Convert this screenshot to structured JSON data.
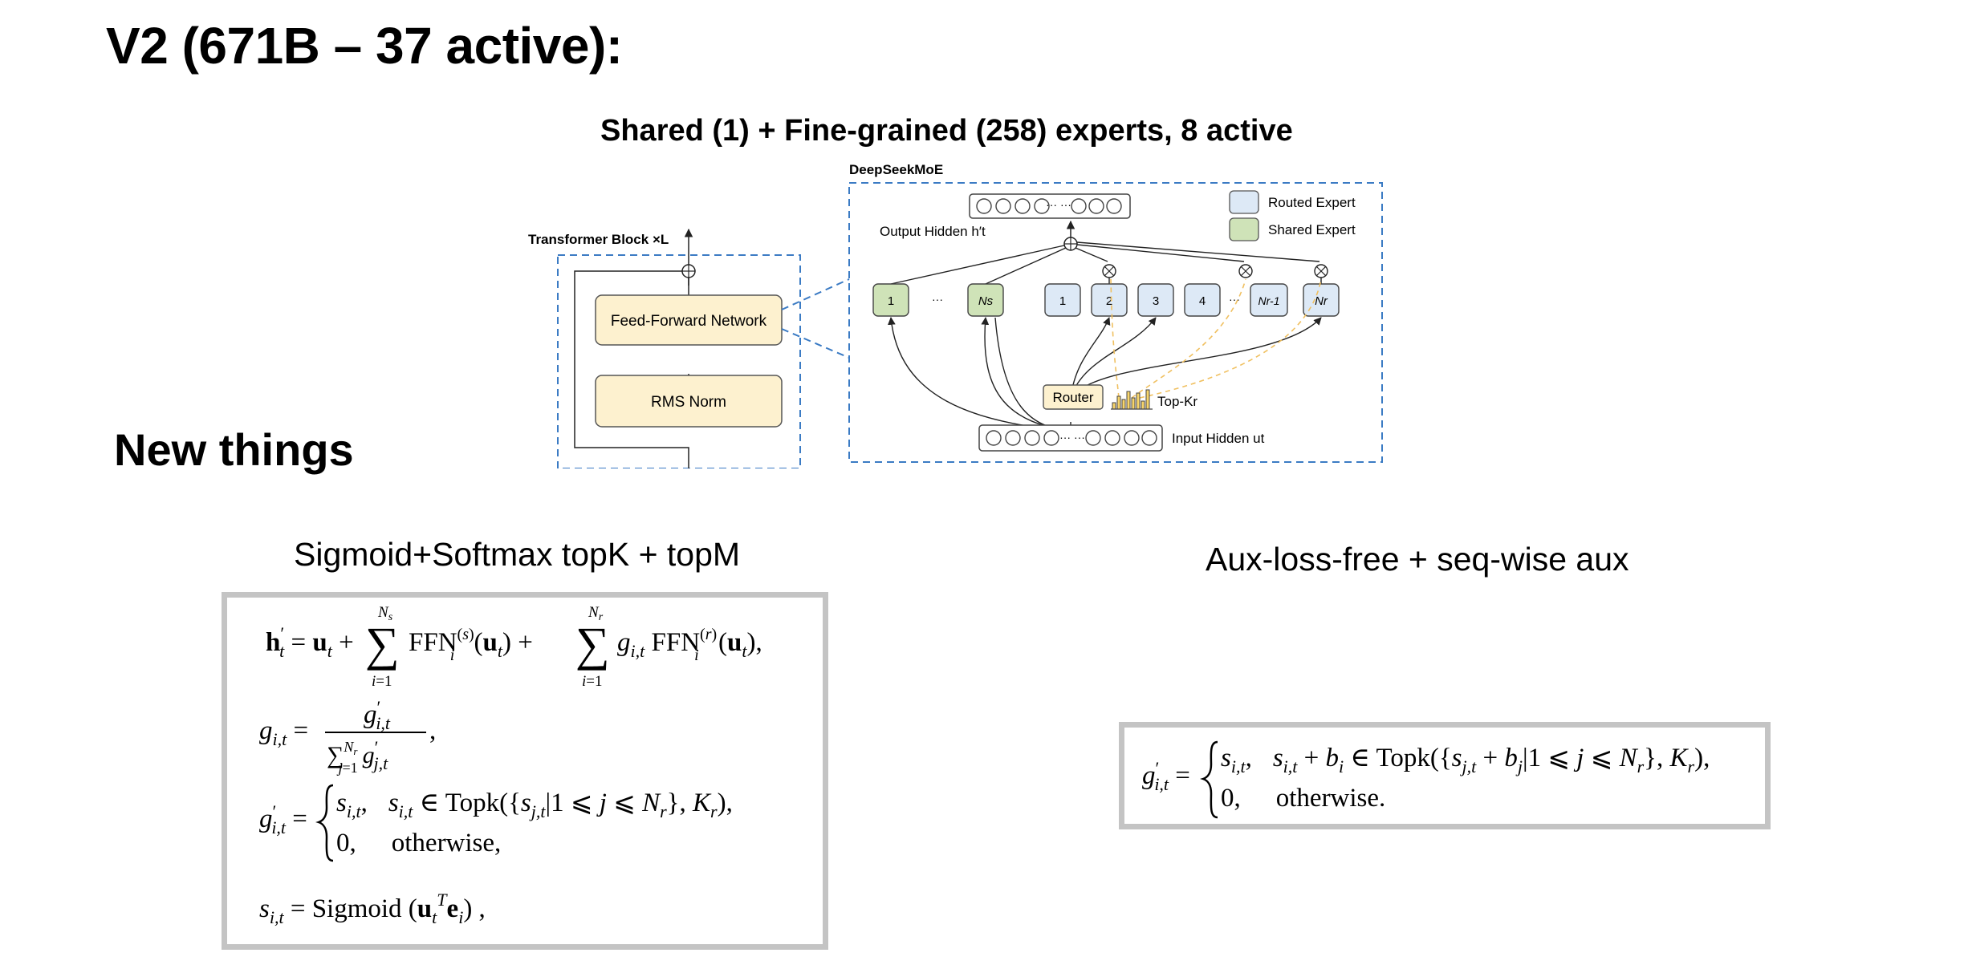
{
  "slide": {
    "title": "V2 (671B – 37 active):",
    "diagram_title": "Shared (1) + Fine-grained (258) experts, 8 active",
    "section_heading": "New things",
    "left_caption": "Sigmoid+Softmax topK + topM",
    "right_caption": "Aux-loss-free + seq-wise aux"
  },
  "diagram": {
    "transformer_block_label": "Transformer Block ×L",
    "ffn_label": "Feed-Forward Network",
    "norm_label": "RMS Norm",
    "moe_label": "DeepSeekMoE",
    "legend_routed": "Routed Expert",
    "legend_shared": "Shared Expert",
    "output_hidden_label": "Output Hidden h′t",
    "input_hidden_label": "Input Hidden ut",
    "router_label": "Router",
    "topk_label": "Top-Kr",
    "shared_experts": [
      "1",
      "···",
      "Ns"
    ],
    "routed_experts": [
      "1",
      "2",
      "3",
      "4",
      "···",
      "Nr-1",
      "Nr"
    ],
    "colors": {
      "block_fill": "#fdf1cf",
      "routed_fill": "#dde9f6",
      "shared_fill": "#cfe3b8",
      "dashed_blue": "#3b7bc4",
      "gating_orange": "#f0c060"
    }
  },
  "equations": {
    "left": [
      "h′t = ut + Σ_{i=1}^{Ns} FFN_i^(s)(ut) + Σ_{i=1}^{Nr} g_{i,t} FFN_i^(r)(ut),",
      "g_{i,t} = g′_{i,t} / Σ_{j=1}^{Nr} g′_{j,t},",
      "g′_{i,t} = { s_{i,t}, s_{i,t} ∈ Topk({s_{j,t} | 1 ⩽ j ⩽ Nr}, Kr); 0, otherwise,",
      "s_{i,t} = Sigmoid(ut^T e_i),"
    ],
    "right": [
      "g′_{i,t} = { s_{i,t}, s_{i,t} + b_i ∈ Topk({s_{j,t} + b_j | 1 ⩽ j ⩽ Nr}, Kr); 0, otherwise."
    ]
  }
}
